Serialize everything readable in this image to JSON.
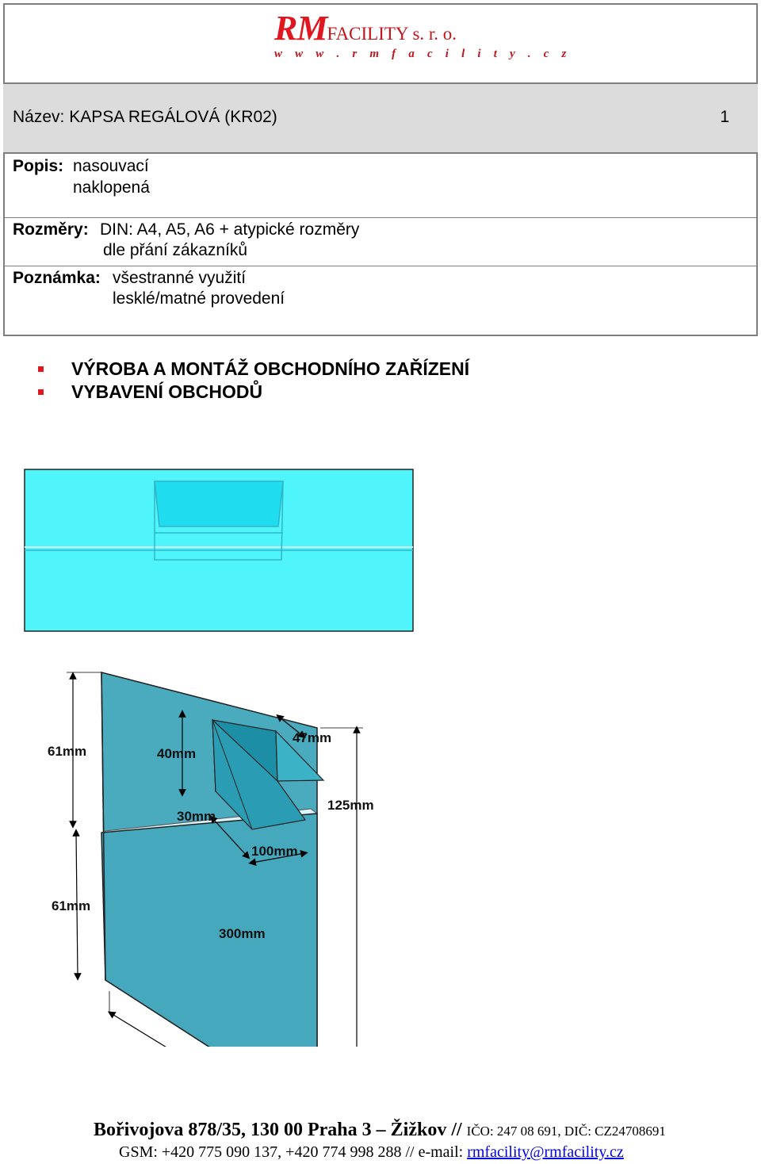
{
  "logo": {
    "brand": "RM",
    "company": "FACILITY s. r. o.",
    "web": "w w w . r m f a c i l i t y . c z"
  },
  "title": {
    "text": "Název: KAPSA REGÁLOVÁ (KR02)",
    "number": "1"
  },
  "description": {
    "label": "Popis:",
    "line1": "nasouvací",
    "line2": "naklopená"
  },
  "dimensions": {
    "label": "Rozměry:",
    "line1": "DIN: A4, A5, A6 + atypické rozměry",
    "line2": "dle přání zákazníků"
  },
  "note": {
    "label": "Poznámka:",
    "line1": "všestranné využití",
    "line2": "lesklé/matné provedení"
  },
  "bullets": [
    "VÝROBA A MONTÁŽ OBCHODNÍHO ZAŘÍZENÍ",
    "VYBAVENÍ OBCHODŮ"
  ],
  "drawing": {
    "front_color": "#4ff5fa",
    "side_color": "#4aabbf",
    "labels": {
      "left_top": "61mm",
      "left_bottom": "61mm",
      "pocket_height": "40mm",
      "pocket_depth": "47mm",
      "pocket_bottom": "30mm",
      "pocket_width": "100mm",
      "total_height": "125mm",
      "total_width": "300mm"
    }
  },
  "footer": {
    "address": "Bořivojova 878/35, 130 00 Praha 3 – Žižkov //",
    "ids": "IČO: 247 08 691, DIČ: CZ24708691",
    "contact": "GSM:  +420 775 090 137, +420 774 998 288 // e-mail:",
    "email": "rmfacility@rmfacility.cz"
  }
}
